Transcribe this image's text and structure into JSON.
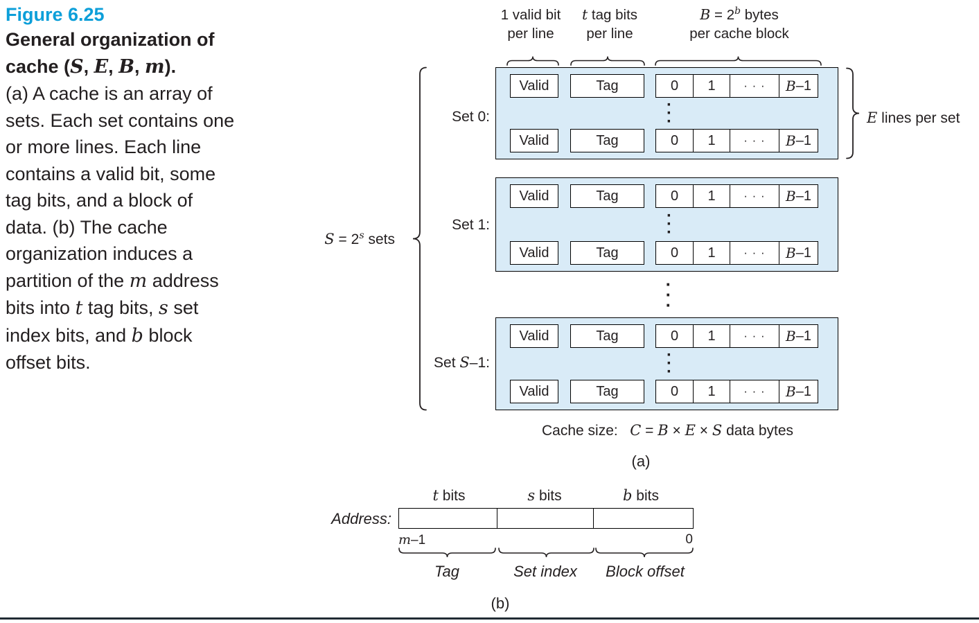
{
  "colors": {
    "figure_label": "#0d9fd9",
    "set_fill": "#d9ebf7",
    "ink": "#231f20"
  },
  "caption": {
    "figure_label": "Figure 6.25",
    "title_segments": [
      {
        "t": "General organization of cache ("
      },
      {
        "t": "S",
        "c": "m"
      },
      {
        "t": ", "
      },
      {
        "t": "E",
        "c": "m"
      },
      {
        "t": ", "
      },
      {
        "t": "B",
        "c": "m"
      },
      {
        "t": ", "
      },
      {
        "t": "m",
        "c": "m"
      },
      {
        "t": ")."
      }
    ],
    "body_segments": [
      {
        "t": "(a) A cache is an array of sets. Each set contains one or more lines. Each line contains a valid bit, some tag bits, and a block of data. (b) The cache organization induces a partition of the "
      },
      {
        "t": "m",
        "c": "m"
      },
      {
        "t": " address bits into "
      },
      {
        "t": "t",
        "c": "m"
      },
      {
        "t": " tag bits, "
      },
      {
        "t": "s",
        "c": "m"
      },
      {
        "t": " set index bits, and "
      },
      {
        "t": "b",
        "c": "m"
      },
      {
        "t": " block offset bits."
      }
    ]
  },
  "diagram_a": {
    "label_valid_line1": "1 valid bit",
    "label_valid_line2": "per line",
    "label_tag_line1_segments": [
      {
        "t": "t",
        "c": "m"
      },
      {
        "t": " tag bits"
      }
    ],
    "label_tag_line2": "per line",
    "label_bytes_line1_segments": [
      {
        "t": "B",
        "c": "m"
      },
      {
        "t": " = 2"
      },
      {
        "t": "b",
        "c": "m sup"
      },
      {
        "t": " bytes"
      }
    ],
    "label_bytes_line2": "per cache block",
    "sets": [
      {
        "label_segments": [
          {
            "t": "Set 0:"
          }
        ]
      },
      {
        "label_segments": [
          {
            "t": "Set 1:"
          }
        ]
      },
      {
        "label_segments": [
          {
            "t": "Set "
          },
          {
            "t": "S",
            "c": "m"
          },
          {
            "t": "–1:"
          }
        ]
      }
    ],
    "line": {
      "valid": "Valid",
      "tag": "Tag",
      "cell0": "0",
      "cell1": "1",
      "dots": "· · ·",
      "cellB_segments": [
        {
          "t": "B",
          "c": "m"
        },
        {
          "t": "–1"
        }
      ]
    },
    "vdots3": "·\n·\n·",
    "s_sets_segments": [
      {
        "t": "S",
        "c": "m"
      },
      {
        "t": " = 2"
      },
      {
        "t": "s",
        "c": "m sup"
      },
      {
        "t": " sets"
      }
    ],
    "e_lines_segments": [
      {
        "t": "E",
        "c": "m"
      },
      {
        "t": " lines per set"
      }
    ],
    "cache_size_segments": [
      {
        "t": "Cache size:   "
      },
      {
        "t": "C",
        "c": "m"
      },
      {
        "t": " = "
      },
      {
        "t": "B",
        "c": "m"
      },
      {
        "t": " × "
      },
      {
        "t": "E",
        "c": "m"
      },
      {
        "t": " × "
      },
      {
        "t": "S",
        "c": "m"
      },
      {
        "t": " data bytes"
      }
    ],
    "part_label": "(a)"
  },
  "diagram_b": {
    "t_bits_segments": [
      {
        "t": "t",
        "c": "m"
      },
      {
        "t": " bits"
      }
    ],
    "s_bits_segments": [
      {
        "t": "s",
        "c": "m"
      },
      {
        "t": " bits"
      }
    ],
    "b_bits_segments": [
      {
        "t": "b",
        "c": "m"
      },
      {
        "t": " bits"
      }
    ],
    "address_label": "Address:",
    "m1_segments": [
      {
        "t": "m",
        "c": "m"
      },
      {
        "t": "–1"
      }
    ],
    "zero_label": "0",
    "tag_label": "Tag",
    "set_index_label": "Set index",
    "block_offset_label": "Block offset",
    "part_label": "(b)"
  }
}
